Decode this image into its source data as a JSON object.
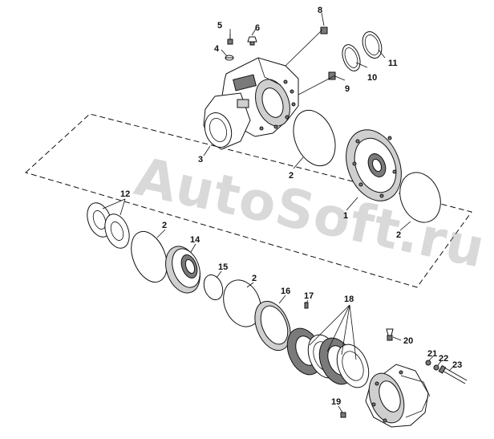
{
  "watermark": "AutoSoft.ru",
  "callouts": [
    "1",
    "2",
    "2",
    "2",
    "2",
    "3",
    "4",
    "5",
    "6",
    "8",
    "9",
    "10",
    "11",
    "12",
    "14",
    "15",
    "16",
    "17",
    "18",
    "19",
    "20",
    "21",
    "22",
    "23"
  ]
}
